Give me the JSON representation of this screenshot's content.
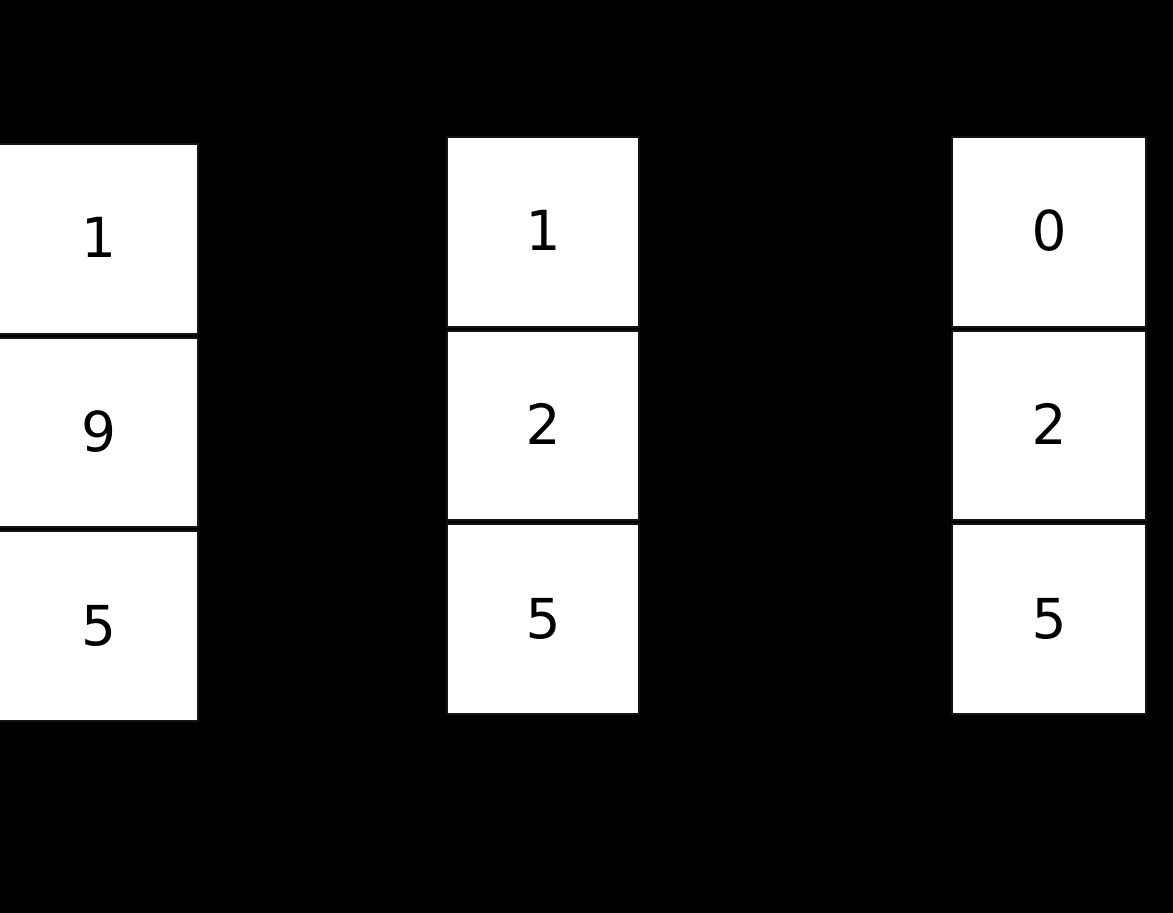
{
  "background_color": "#000000",
  "cell_style": {
    "background": "#ffffff",
    "border_color": "#141414",
    "text_color": "#000000"
  },
  "columns": [
    {
      "id": "array-left",
      "values": [
        "1",
        "9",
        "5"
      ]
    },
    {
      "id": "array-middle",
      "values": [
        "1",
        "2",
        "5"
      ]
    },
    {
      "id": "array-right",
      "values": [
        "0",
        "2",
        "5"
      ]
    }
  ]
}
